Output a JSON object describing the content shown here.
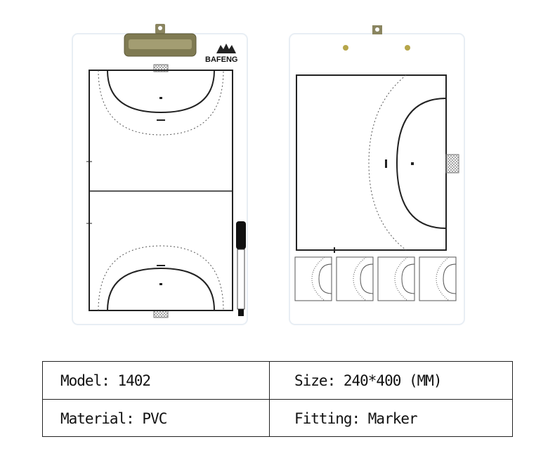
{
  "brand": "BAFENG",
  "specs": {
    "model": "Model: 1402",
    "size": "Size: 240*400 (MM)",
    "material": "Material: PVC",
    "fitting": "Fitting: Marker"
  }
}
